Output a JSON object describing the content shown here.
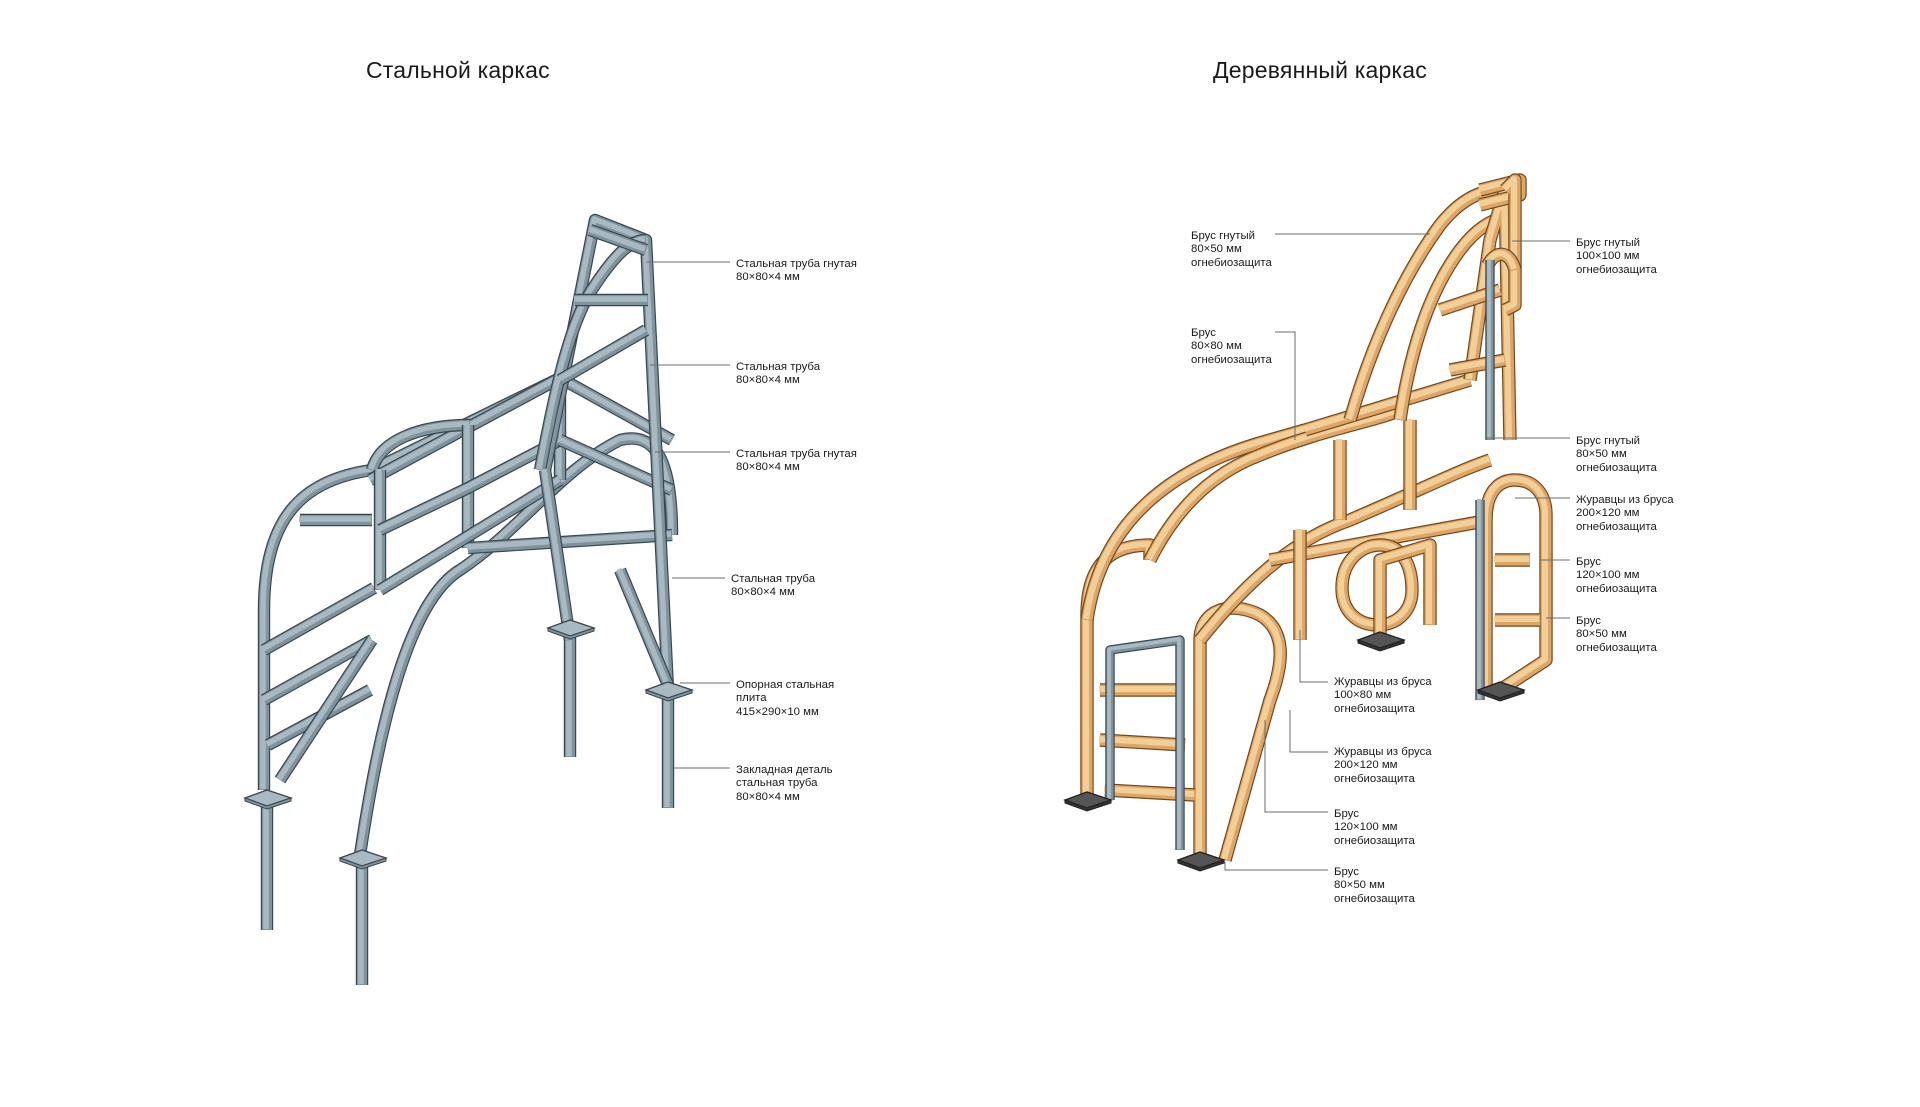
{
  "titles": {
    "steel": "Стальной каркас",
    "wood": "Деревянный каркас"
  },
  "colors": {
    "steel_fill": "#a9b9c1",
    "steel_dark": "#7f939d",
    "steel_edge": "#39474f",
    "wood_fill": "#f3cf98",
    "wood_dark": "#dfa567",
    "wood_edge": "#6e4a22",
    "leader": "#6b6b6b"
  },
  "steel_labels": [
    {
      "id": "s1",
      "lines": [
        "Стальная труба гнутая",
        "80×80×4 мм"
      ]
    },
    {
      "id": "s2",
      "lines": [
        "Стальная труба",
        "80×80×4 мм"
      ]
    },
    {
      "id": "s3",
      "lines": [
        "Стальная труба гнутая",
        "80×80×4 мм"
      ]
    },
    {
      "id": "s4",
      "lines": [
        "Стальная труба",
        "80×80×4 мм"
      ]
    },
    {
      "id": "s5",
      "lines": [
        "Опорная стальная",
        "плита",
        "415×290×10 мм"
      ]
    },
    {
      "id": "s6",
      "lines": [
        "Закладная деталь",
        "стальная труба",
        "80×80×4 мм"
      ]
    }
  ],
  "wood_labels": [
    {
      "id": "w1",
      "lines": [
        "Брус гнутый",
        "80×50 мм",
        "огнебиозащита"
      ]
    },
    {
      "id": "w2",
      "lines": [
        "Брус",
        "80×80 мм",
        "огнебиозащита"
      ]
    },
    {
      "id": "w3",
      "lines": [
        "Брус гнутый",
        "100×100 мм",
        "огнебиозащита"
      ]
    },
    {
      "id": "w4",
      "lines": [
        "Брус гнутый",
        "80×50 мм",
        "огнебиозащита"
      ]
    },
    {
      "id": "w5",
      "lines": [
        "Журавцы из бруса",
        "200×120 мм",
        "огнебиозащита"
      ]
    },
    {
      "id": "w6",
      "lines": [
        "Брус",
        "120×100 мм",
        "огнебиозащита"
      ]
    },
    {
      "id": "w7",
      "lines": [
        "Брус",
        "80×50 мм",
        "огнебиозащита"
      ]
    },
    {
      "id": "w8",
      "lines": [
        "Журавцы из бруса",
        "100×80 мм",
        "огнебиозащита"
      ]
    },
    {
      "id": "w9",
      "lines": [
        "Журавцы из бруса",
        "200×120 мм",
        "огнебиозащита"
      ]
    },
    {
      "id": "w10",
      "lines": [
        "Брус",
        "120×100 мм",
        "огнебиозащита"
      ]
    },
    {
      "id": "w11",
      "lines": [
        "Брус",
        "80×50 мм",
        "огнебиозащита"
      ]
    }
  ]
}
